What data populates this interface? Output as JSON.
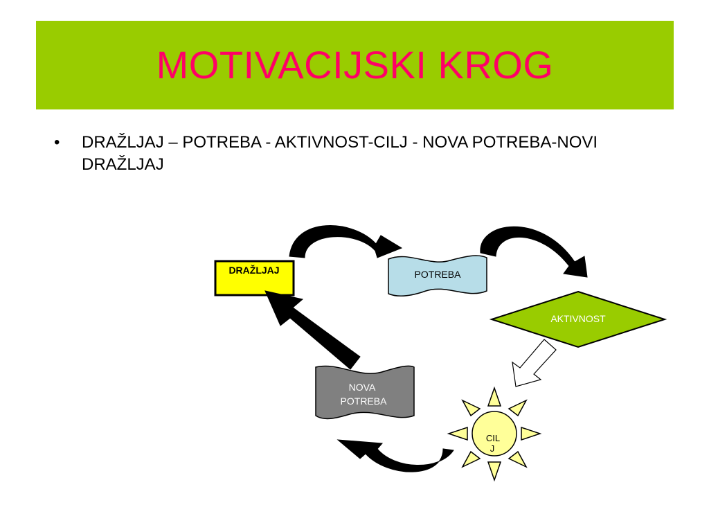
{
  "slide": {
    "title": "MOTIVACIJSKI KROG",
    "bullet": "DRAŽLJAJ – POTREBA - AKTIVNOST-CILJ - NOVA POTREBA-NOVI DRAŽLJAJ",
    "bullet_symbol": "•"
  },
  "diagram": {
    "nodes": {
      "drazljaj": "DRAŽLJAJ",
      "potreba": "POTREBA",
      "aktivnost": "AKTIVNOST",
      "nova_potreba_line1": "NOVA",
      "nova_potreba_line2": "POTREBA",
      "cilj_line1": "CIL",
      "cilj_line2": "J"
    }
  },
  "colors": {
    "title_bar": "#99cc00",
    "title_text": "#ff0066",
    "drazljaj_fill": "#ffff00",
    "potreba_fill": "#b7dde8",
    "aktivnost_fill": "#99cc00",
    "nova_potreba_fill": "#808080",
    "sun_fill": "#ffff99",
    "arrow_fill": "#000000"
  }
}
